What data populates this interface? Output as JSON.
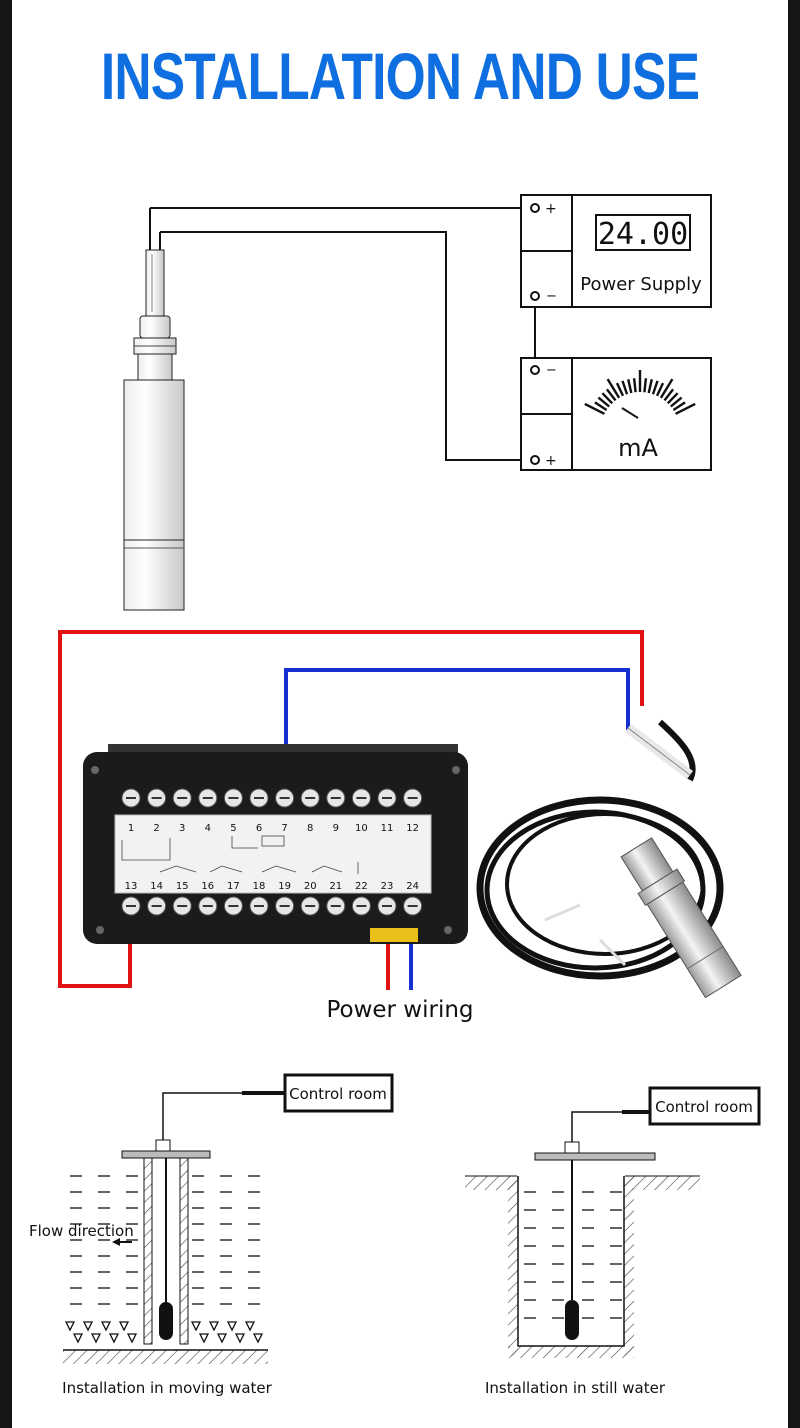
{
  "header": {
    "title": "INSTALLATION AND USE"
  },
  "top_diagram": {
    "display_value": "24.00",
    "power_supply_label": "Power Supply",
    "meter_unit_label": "mA",
    "plus_sign": "+",
    "minus_sign": "−"
  },
  "wiring_photo": {
    "terminal_numbers_top": [
      "1",
      "2",
      "3",
      "4",
      "5",
      "6",
      "7",
      "8",
      "9",
      "10",
      "11",
      "12"
    ],
    "terminal_numbers_bottom": [
      "13",
      "14",
      "15",
      "16",
      "17",
      "18",
      "19",
      "20",
      "21",
      "22",
      "23",
      "24"
    ],
    "power_wiring_label": "Power wiring",
    "wire_colors": {
      "red": "#e01212",
      "blue": "#1530d0"
    }
  },
  "installations": {
    "moving": {
      "control_room_label": "Control room",
      "flow_direction_label": "Flow direction",
      "caption": "Installation in moving water"
    },
    "still": {
      "control_room_label": "Control room",
      "caption": "Installation in still water"
    }
  }
}
